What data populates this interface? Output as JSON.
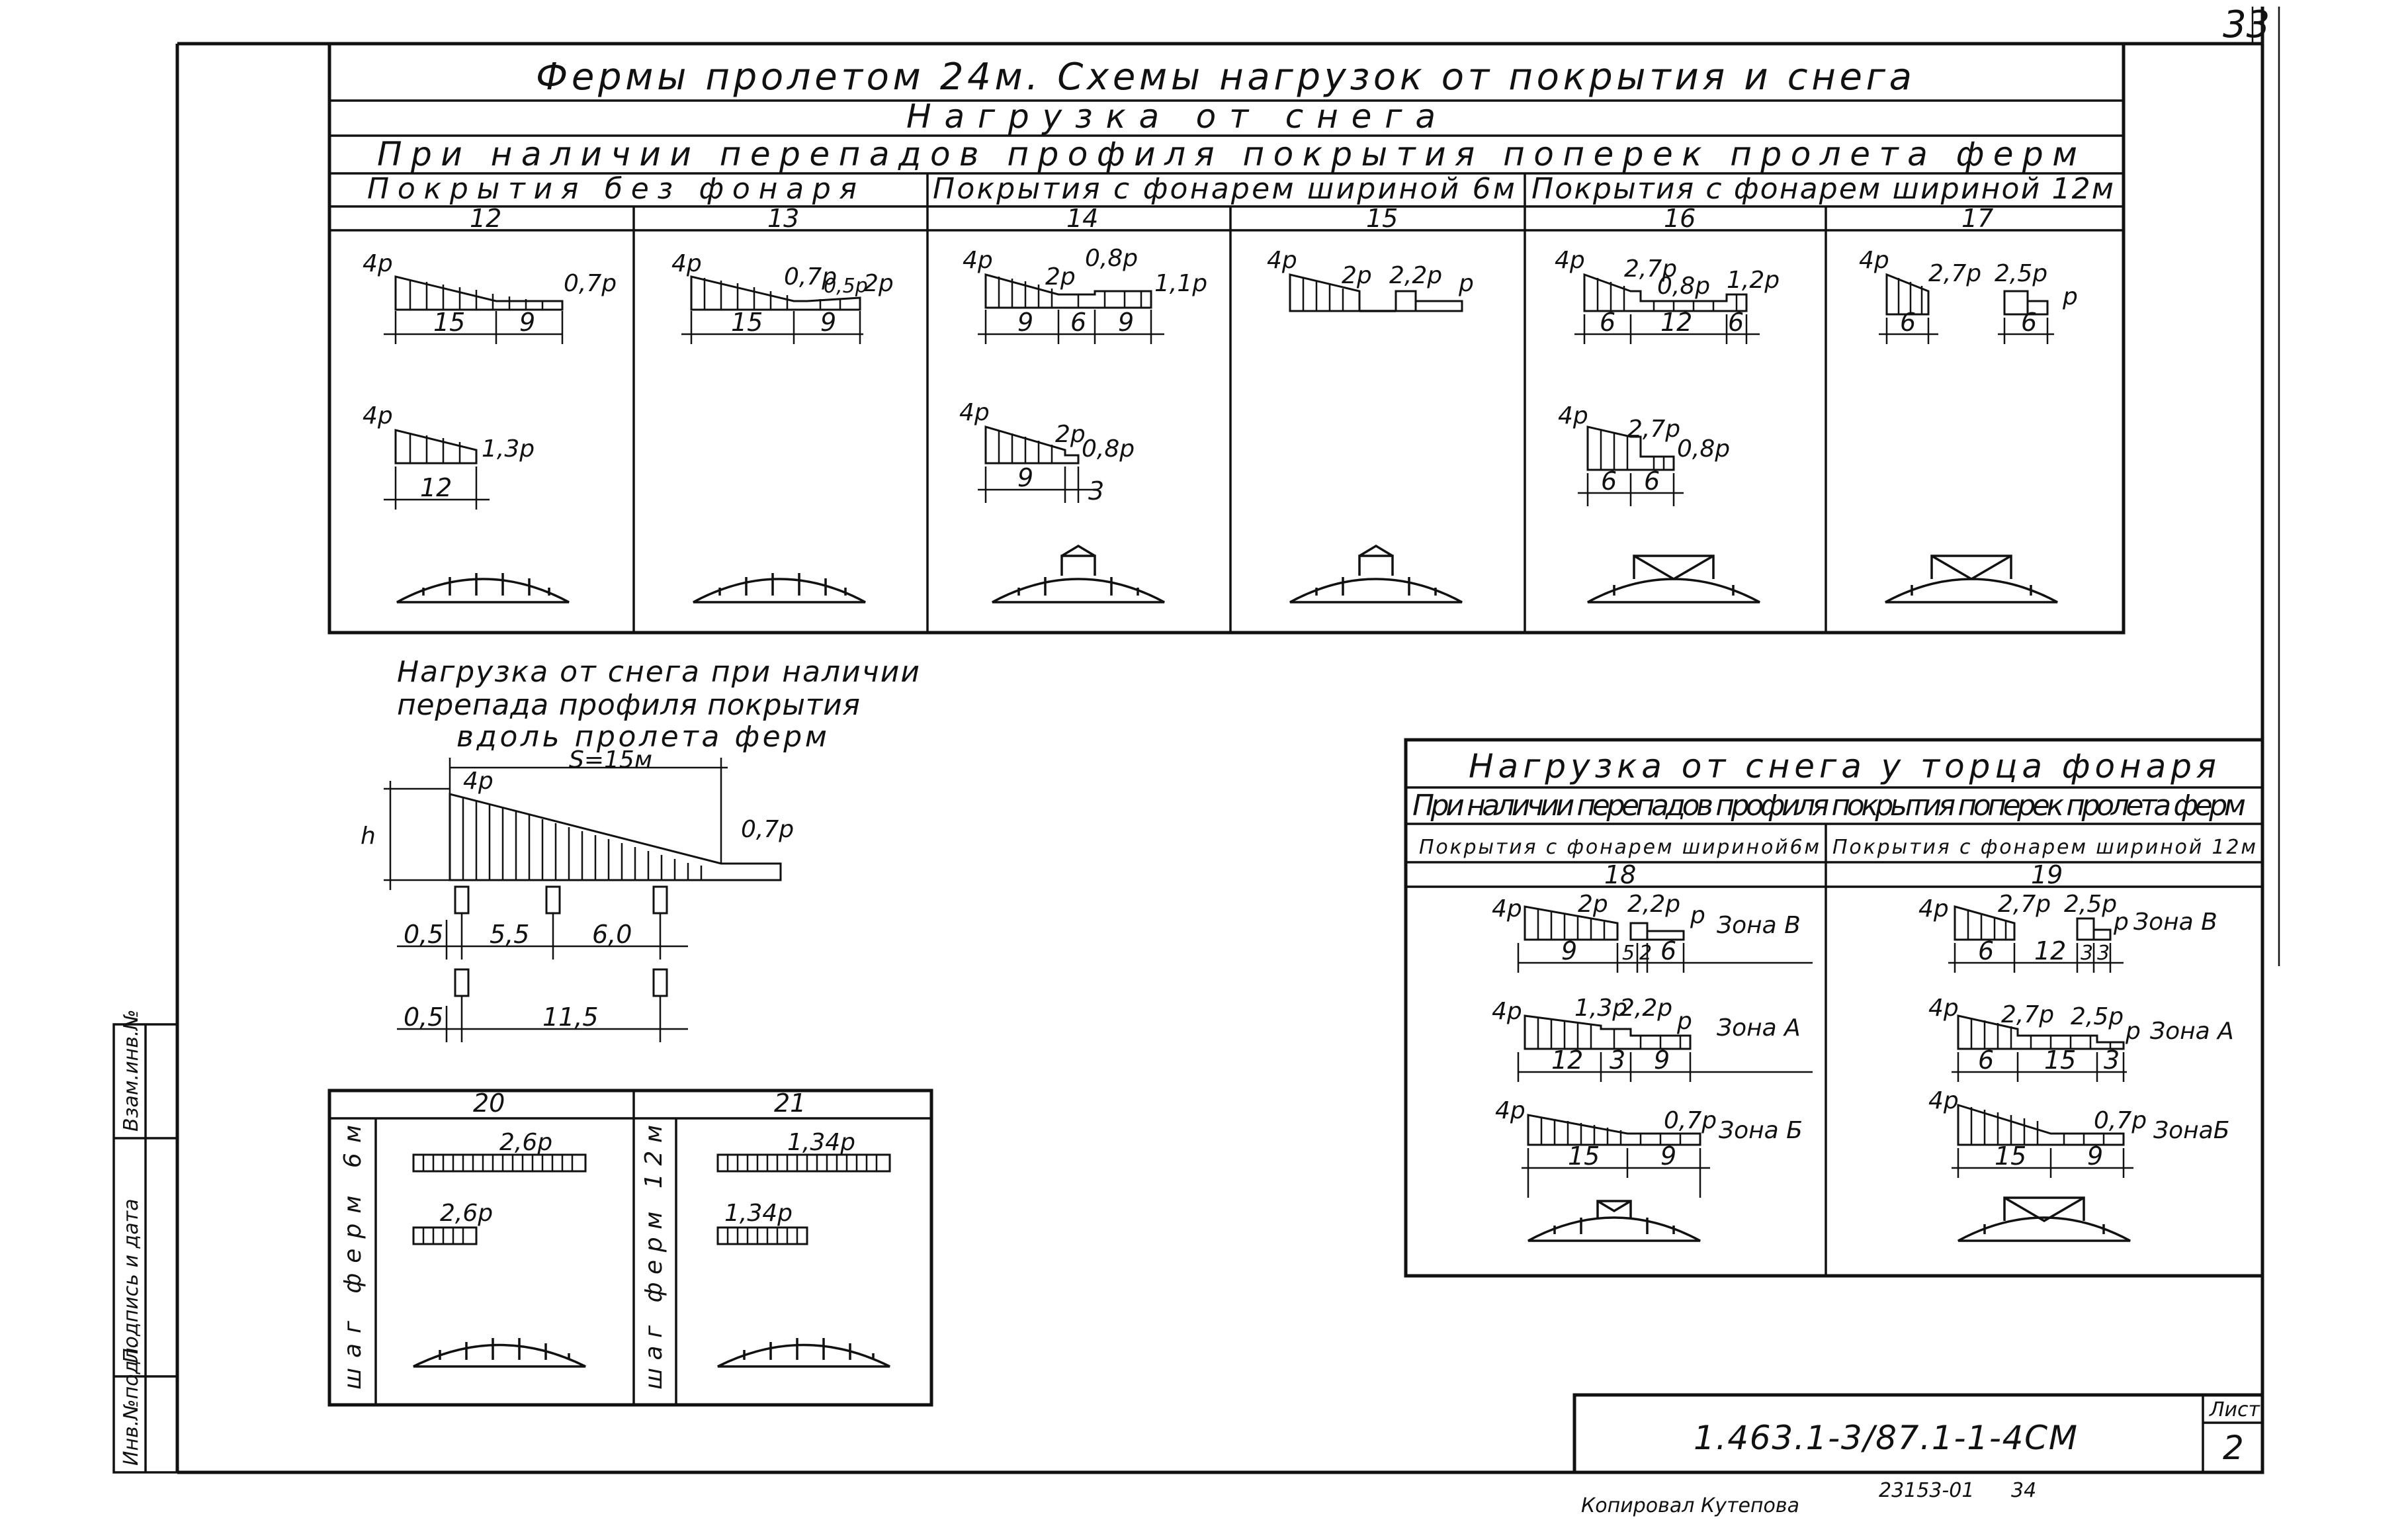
{
  "page_number": "33",
  "main_title": "Фермы пролетом 24м. Схемы нагрузок от покрытия и снега",
  "section_snow": "Нагрузка от снега",
  "profile_across": "При наличии перепадов профиля покрытия поперек пролета ферм",
  "groups": {
    "no_lantern": "Покрытия без фонаря",
    "lantern_6": "Покрытия с фонарем шириной 6м",
    "lantern_12": "Покрытия с фонарем шириной 12м"
  },
  "schemes": {
    "s12": {
      "num": "12",
      "top": {
        "left": "4p",
        "right": "0,7p",
        "dims": [
          "15",
          "9"
        ]
      },
      "bottom": {
        "left": "4p",
        "right": "1,3p",
        "dims": [
          "12"
        ]
      }
    },
    "s13": {
      "num": "13",
      "top": {
        "left": "4p",
        "mid": "0,7p",
        "mid2": "0,5p",
        "right": "2p",
        "dims": [
          "15",
          "9"
        ]
      }
    },
    "s14": {
      "num": "14",
      "top": {
        "left": "4p",
        "mid": "2p",
        "mid2": "0,8p",
        "right": "1,1p",
        "dims": [
          "9",
          "6",
          "9"
        ]
      },
      "bottom": {
        "left": "4p",
        "mid": "2p",
        "right": "0,8p",
        "dims": [
          "9",
          "3"
        ]
      }
    },
    "s15": {
      "num": "15",
      "top": {
        "left": "4p",
        "mid": "2p",
        "mid2": "2,2p",
        "right": "p"
      }
    },
    "s16": {
      "num": "16",
      "top": {
        "left": "4p",
        "mid": "2,7p",
        "mid2": "0,8p",
        "right": "1,2p",
        "dims": [
          "6",
          "12",
          "6"
        ]
      },
      "bottom": {
        "left": "4p",
        "mid": "2,7p",
        "right": "0,8p",
        "dims": [
          "6",
          "6"
        ]
      }
    },
    "s17": {
      "num": "17",
      "top": {
        "left": "4p",
        "mid": "2,7p",
        "mid2": "2,5p",
        "right": "p",
        "dims": [
          "6",
          "6"
        ]
      }
    }
  },
  "along": {
    "title1": "Нагрузка от снега при наличии",
    "title2": "перепада профиля покрытия",
    "title3": "вдоль пролета ферм",
    "s_label": "S=15м",
    "left": "4p",
    "right": "0,7p",
    "h": "h",
    "dims1": [
      "0,5",
      "5,5",
      "6,0"
    ],
    "dims2": [
      "0,5",
      "11,5"
    ]
  },
  "bottom_left": {
    "s20": {
      "num": "20",
      "side": "шаг ферм 6м",
      "top": "2,6p",
      "bottom": "2,6p"
    },
    "s21": {
      "num": "21",
      "side": "шаг ферм 12м",
      "top": "1,34p",
      "bottom": "1,34p"
    }
  },
  "end_lantern": {
    "title": "Нагрузка от снега у торца фонаря",
    "sub": "При наличии перепадов профиля покрытия поперек пролета ферм",
    "col18": "Покрытия с фонарем шириной6м",
    "col19": "Покрытия с фонарем шириной 12м",
    "n18": "18",
    "n19": "19",
    "s18": [
      {
        "labels": [
          "4p",
          "2p",
          "2,2p",
          "p"
        ],
        "zone": "Зона В",
        "dims": [
          "9",
          "5",
          "2",
          "6"
        ]
      },
      {
        "labels": [
          "4p",
          "1,3p",
          "2,2p",
          "p"
        ],
        "zone": "Зона А",
        "dims": [
          "12",
          "3",
          "9"
        ]
      },
      {
        "labels": [
          "4p",
          "0,7p"
        ],
        "zone": "Зона Б",
        "dims": [
          "15",
          "9"
        ]
      }
    ],
    "s19": [
      {
        "labels": [
          "4p",
          "2,7p",
          "2,5p",
          "p"
        ],
        "zone": "Зона В",
        "dims": [
          "6",
          "12",
          "3",
          "3"
        ]
      },
      {
        "labels": [
          "4p",
          "2,7p",
          "2,5p",
          "p"
        ],
        "zone": "Зона А",
        "dims": [
          "6",
          "15",
          "3"
        ]
      },
      {
        "labels": [
          "4p",
          "0,7p"
        ],
        "zone": "ЗонаБ",
        "dims": [
          "15",
          "9"
        ]
      }
    ]
  },
  "stamp": {
    "code": "1.463.1-3/87.1-1-4СМ",
    "sheet_label": "Лист",
    "sheet_no": "2"
  },
  "footer": {
    "text": "Копировал   Кутепова",
    "code": "23153-01",
    "page": "34"
  },
  "side_stamp": [
    "Инв.№подл.",
    "Подпись и дата",
    "Взам.инв.№"
  ]
}
